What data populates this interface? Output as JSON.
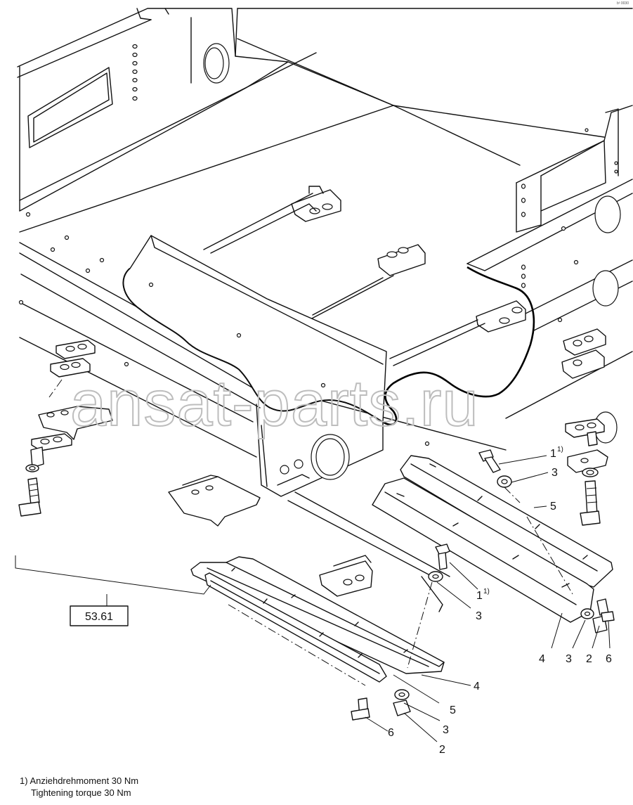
{
  "watermark": "ansat-parts.ru",
  "reference_box": "53.61",
  "corner_code": "b³ 0030",
  "footnote": {
    "line1": "1) Anziehdrehmoment 30 Nm",
    "line2": "Tightening torque 30 Nm"
  },
  "callouts": {
    "right_1": "1",
    "right_1_sup": "1)",
    "right_3_top": "3",
    "right_5": "5",
    "right_4": "4",
    "right_3_bottom": "3",
    "right_2": "2",
    "right_6": "6",
    "center_1": "1",
    "center_1_sup": "1)",
    "center_3": "3",
    "lower_4": "4",
    "lower_5": "5",
    "lower_3": "3",
    "lower_2": "2",
    "lower_6": "6"
  }
}
